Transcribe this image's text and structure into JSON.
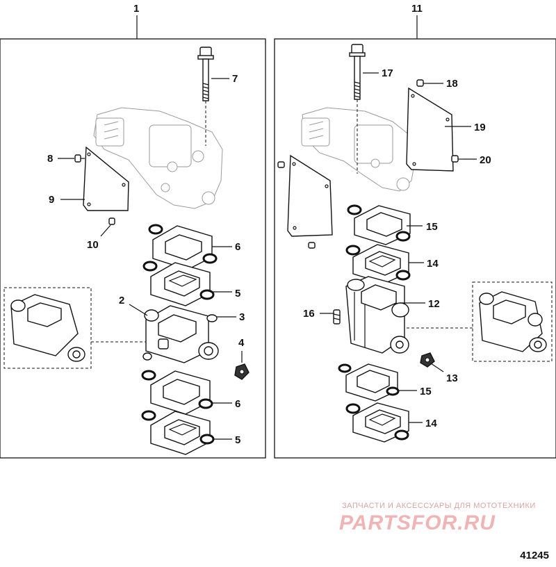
{
  "figure_number": "41245",
  "watermark": {
    "tagline": "ЗАПЧАСТИ И АКСЕССУАРЫ ДЛЯ МОТОТЕХНИКИ",
    "logo": "PARTSFOR.RU"
  },
  "left_assembly": {
    "assembly_label": "1",
    "callouts": {
      "c2": "2",
      "c3": "3",
      "c4": "4",
      "c5a": "5",
      "c5b": "5",
      "c6a": "6",
      "c6b": "6",
      "c7": "7",
      "c8": "8",
      "c9": "9",
      "c10": "10"
    }
  },
  "right_assembly": {
    "assembly_label": "11",
    "callouts": {
      "c12": "12",
      "c13": "13",
      "c14a": "14",
      "c14b": "14",
      "c15a": "15",
      "c15b": "15",
      "c16": "16",
      "c17": "17",
      "c18": "18",
      "c19": "19",
      "c20": "20"
    }
  }
}
